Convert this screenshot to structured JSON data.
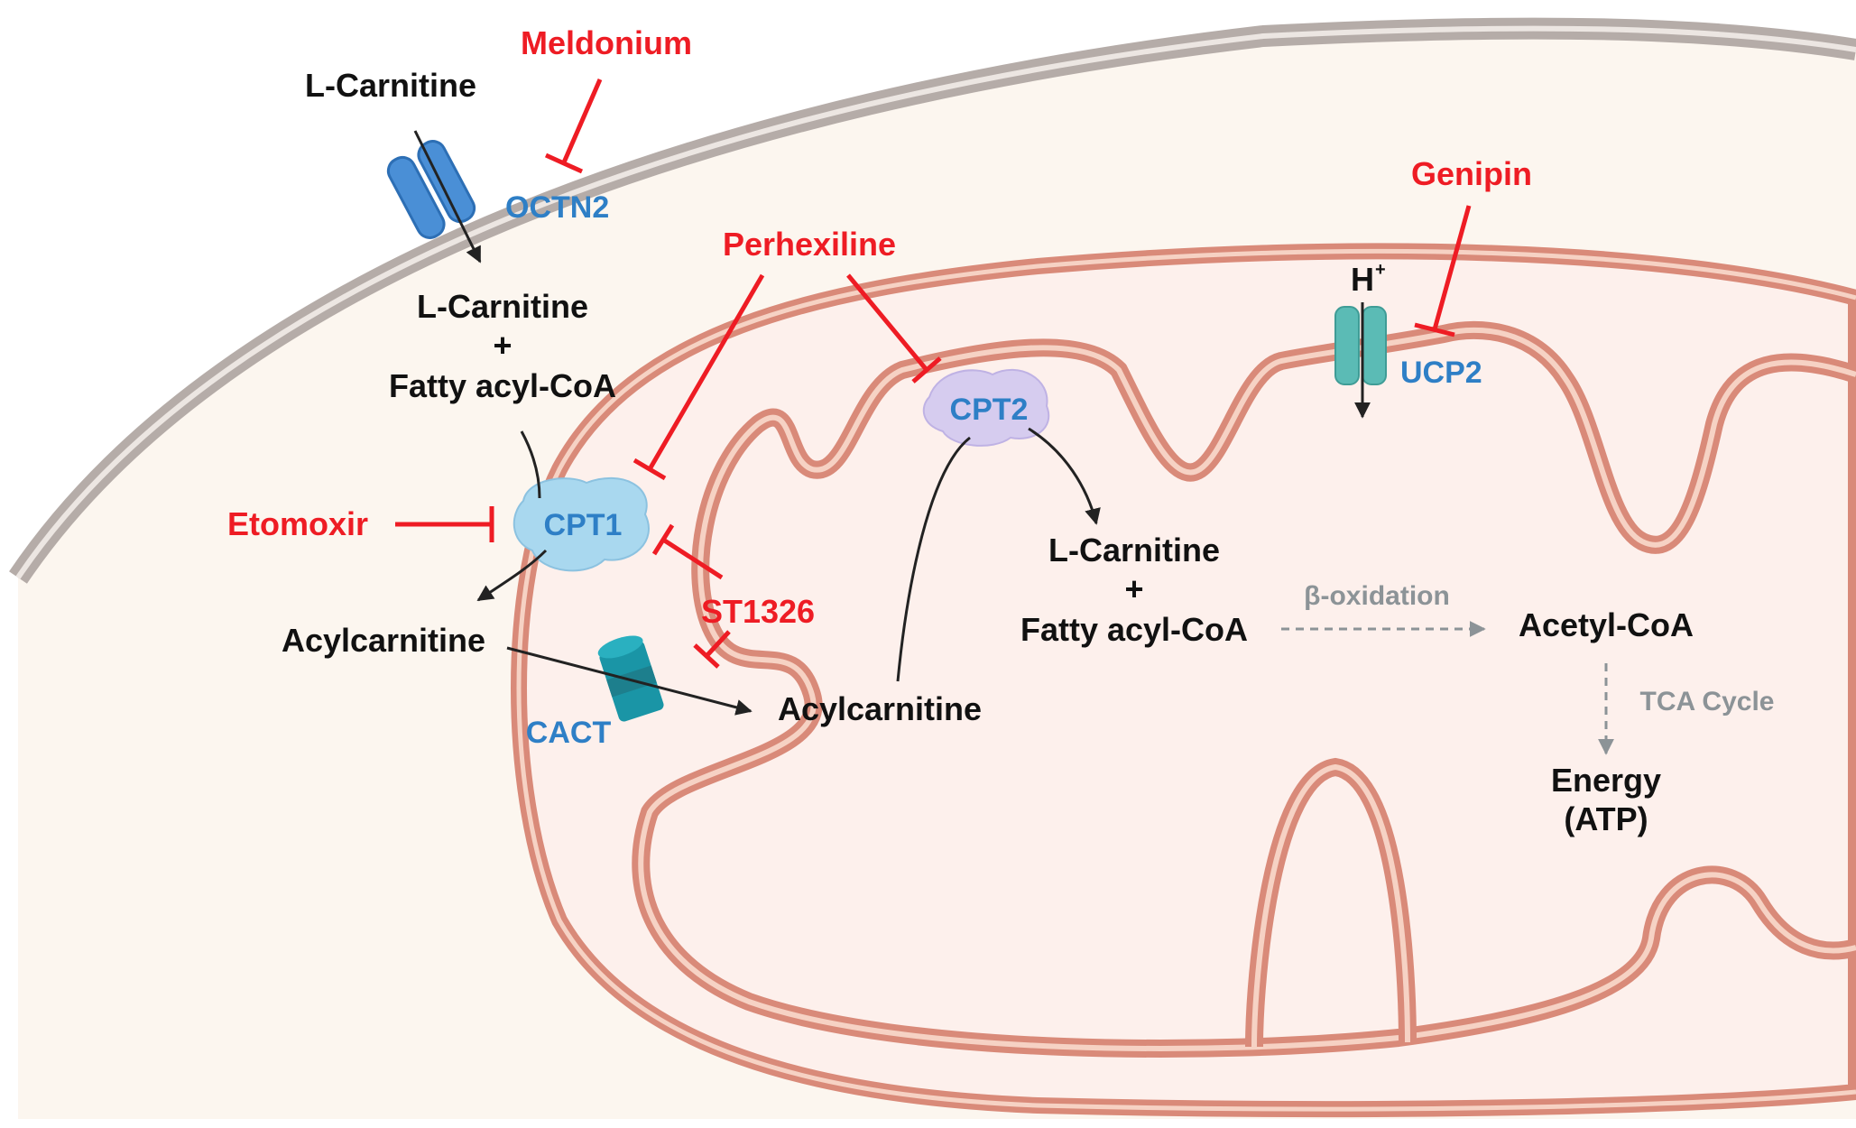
{
  "labels": {
    "l_carnitine_outside": "L-Carnitine",
    "octn2": "OCTN2",
    "meldonium": "Meldonium",
    "l_carnitine_cytosol": "L-Carnitine",
    "plus_cytosol": "+",
    "fatty_acyl_coa_cytosol": "Fatty acyl-CoA",
    "perhexiline": "Perhexiline",
    "etomoxir": "Etomoxir",
    "cpt1": "CPT1",
    "st1326": "ST1326",
    "acylcarnitine_cytosol": "Acylcarnitine",
    "cact": "CACT",
    "acylcarnitine_matrix": "Acylcarnitine",
    "cpt2": "CPT2",
    "genipin": "Genipin",
    "h_plus": "H",
    "h_plus_sup": "+",
    "ucp2": "UCP2",
    "l_carnitine_matrix": "L-Carnitine",
    "plus_matrix": "+",
    "fatty_acyl_coa_matrix": "Fatty acyl-CoA",
    "beta_oxidation": "β-oxidation",
    "acetyl_coa": "Acetyl-CoA",
    "tca_cycle": "TCA Cycle",
    "energy": "Energy",
    "atp": "(ATP)"
  },
  "colors": {
    "inhibitor": "#ee1c24",
    "protein_label": "#2e7fc6",
    "text": "#111111",
    "dashed_pathway": "#8c9397",
    "cell_membrane": "#b5aca8",
    "cytoplasm": "#fcf6ef",
    "mito_membrane": "#d98a79",
    "mito_stripe": "#f6d2c4",
    "matrix": "#fdf0ec",
    "octn2_fill": "#4a8fd6",
    "cpt1_fill": "#a9d8ef",
    "cpt2_fill": "#d6ccef",
    "cact_fill": "#1a95a6",
    "ucp2_fill": "#5bbbb5"
  },
  "icons": {
    "octn2": "membrane-transporter-icon",
    "cpt1": "enzyme-blob-icon",
    "cpt2": "enzyme-blob-icon",
    "cact": "channel-icon",
    "ucp2": "channel-icon"
  }
}
